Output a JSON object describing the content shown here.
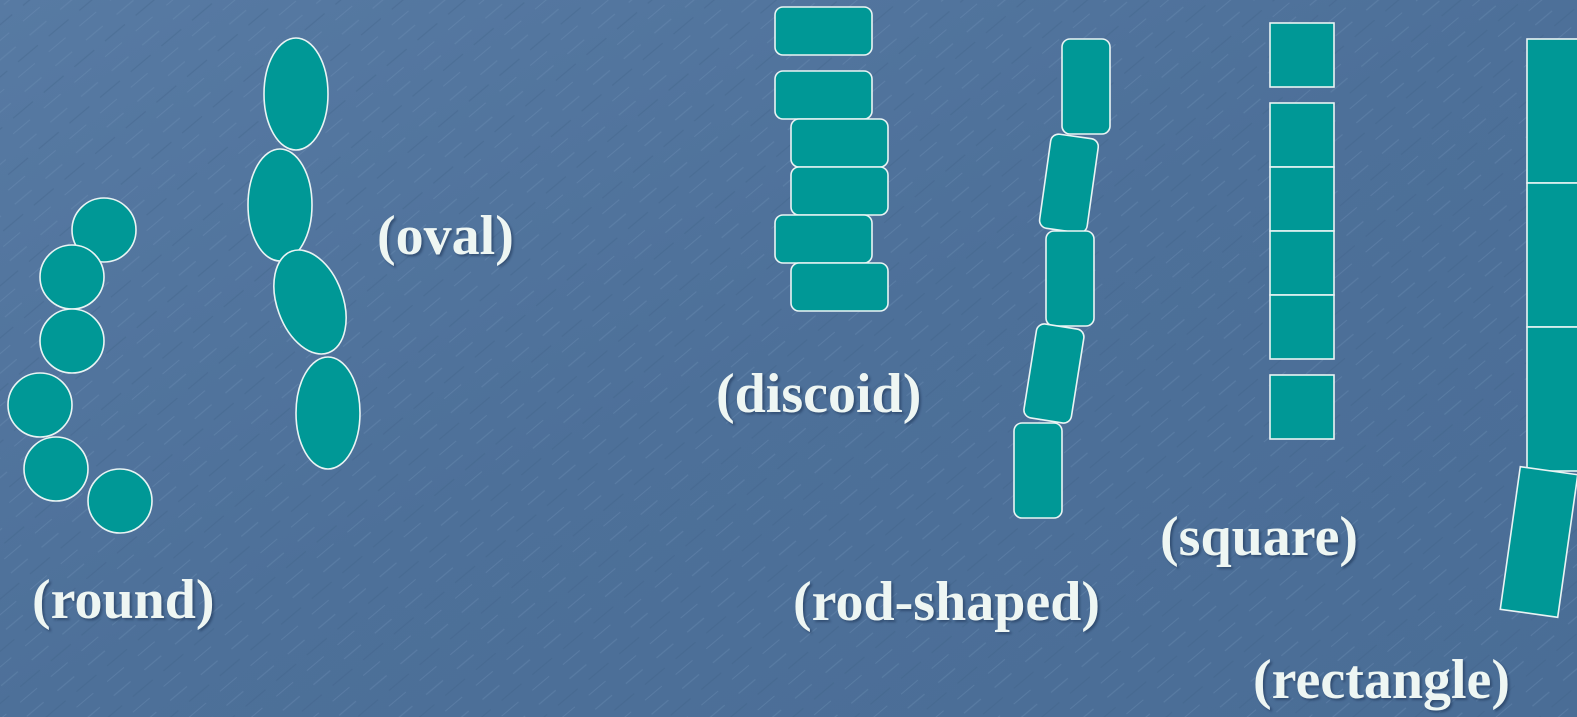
{
  "slide": {
    "background_color": "#4f729b",
    "cell_fill_color": "#009896",
    "cell_stroke_color": "#e9f4f4",
    "text_color": "#eef6f3"
  },
  "labels": {
    "round": "(round)",
    "oval": "(oval)",
    "discoid": "(discoid)",
    "rod_shaped": "(rod-shaped)",
    "square": "(square)",
    "rectangle": "(rectangle)"
  }
}
